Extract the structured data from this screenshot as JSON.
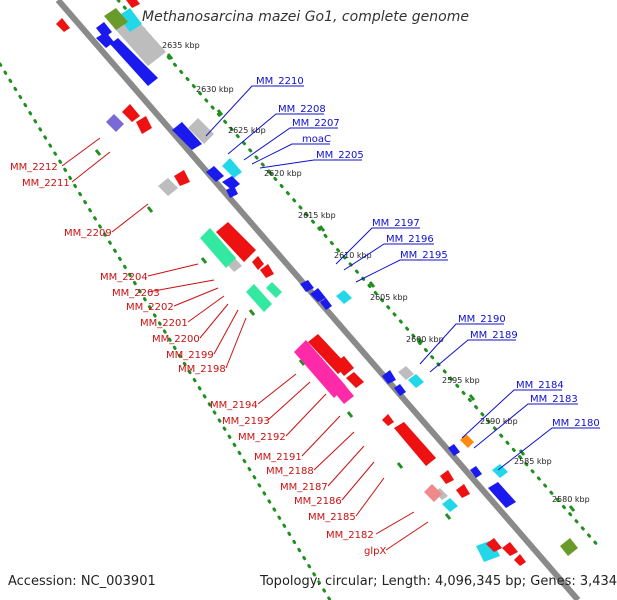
{
  "title": "Methanosarcina mazei Go1, complete genome",
  "accession": "Accession: NC_003901",
  "topology": "Topology: circular; Length: 4,096,345 bp; Genes: 3,434",
  "kbp_ticks": [
    "2635 kbp",
    "2630 kbp",
    "2625 kbp",
    "2620 kbp",
    "2615 kbp",
    "2610 kbp",
    "2605 kbp",
    "2600 kbp",
    "2595 kbp",
    "2590 kbp",
    "2585 kbp",
    "2580 kbp"
  ],
  "blue_labels": [
    "MM_2210",
    "MM_2208",
    "MM_2207",
    "moaC",
    "MM_2205",
    "MM_2197",
    "MM_2196",
    "MM_2195",
    "MM_2190",
    "MM_2189",
    "MM_2184",
    "MM_2183",
    "MM_2180"
  ],
  "red_labels": [
    "MM_2212",
    "MM_2211",
    "MM_2209",
    "MM_2204",
    "MM_2203",
    "MM_2202",
    "MM_2201",
    "MM_2200",
    "MM_2199",
    "MM_2198",
    "MM_2194",
    "MM_2193",
    "MM_2192",
    "MM_2191",
    "MM_2188",
    "MM_2187",
    "MM_2186",
    "MM_2185",
    "MM_2182",
    "glpX"
  ],
  "colors": {
    "backbone": "#8a8a8a",
    "dotted_guide": "#1f8f1f",
    "forward_gene": "#1a1aee",
    "reverse_gene": "#ee1111",
    "cyan_gene": "#22d8e8",
    "green_gene": "#33e8a0",
    "magenta_gene": "#ff2aa8",
    "gray_gene": "#bdbdbd",
    "olive_gene": "#6a9a2a",
    "orange_gene": "#ff8a10",
    "violet_gene": "#7a6ad8",
    "pink_gene": "#f08a8a"
  }
}
